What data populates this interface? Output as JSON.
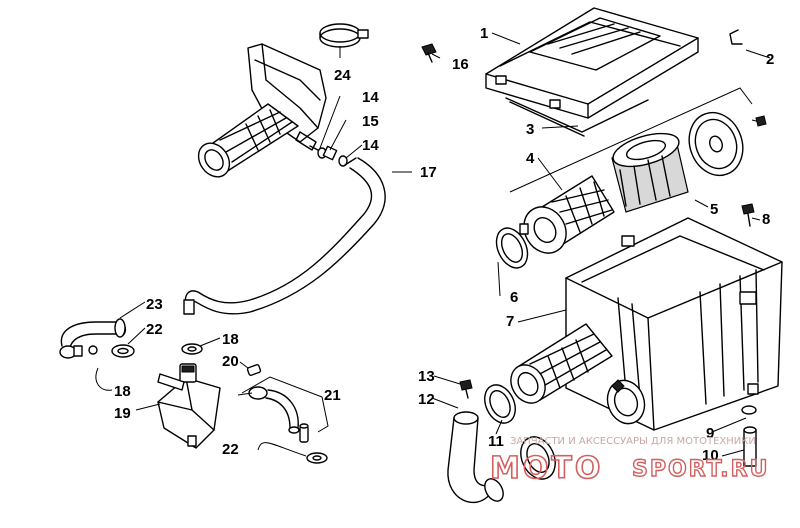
{
  "callouts": [
    {
      "id": "1",
      "label": "1"
    },
    {
      "id": "2",
      "label": "2"
    },
    {
      "id": "3",
      "label": "3"
    },
    {
      "id": "4",
      "label": "4"
    },
    {
      "id": "5",
      "label": "5"
    },
    {
      "id": "6",
      "label": "6"
    },
    {
      "id": "7",
      "label": "7"
    },
    {
      "id": "8",
      "label": "8"
    },
    {
      "id": "9",
      "label": "9"
    },
    {
      "id": "10",
      "label": "10"
    },
    {
      "id": "11",
      "label": "11"
    },
    {
      "id": "12",
      "label": "12"
    },
    {
      "id": "13",
      "label": "13"
    },
    {
      "id": "14a",
      "label": "14"
    },
    {
      "id": "14b",
      "label": "14"
    },
    {
      "id": "15",
      "label": "15"
    },
    {
      "id": "16",
      "label": "16"
    },
    {
      "id": "17",
      "label": "17"
    },
    {
      "id": "18a",
      "label": "18"
    },
    {
      "id": "18b",
      "label": "18"
    },
    {
      "id": "19",
      "label": "19"
    },
    {
      "id": "20",
      "label": "20"
    },
    {
      "id": "21",
      "label": "21"
    },
    {
      "id": "22a",
      "label": "22"
    },
    {
      "id": "22b",
      "label": "22"
    },
    {
      "id": "23",
      "label": "23"
    },
    {
      "id": "24",
      "label": "24"
    }
  ],
  "watermark": {
    "tagline": "ЗАПЧАСТИ И АКСЕССУАРЫ ДЛЯ МОТОТЕХНИКИ",
    "logo_left": "MOTO",
    "logo_right": "SPORT.RU"
  },
  "colors": {
    "line": "#000000",
    "background": "#ffffff",
    "watermark": "#d35f5f"
  }
}
